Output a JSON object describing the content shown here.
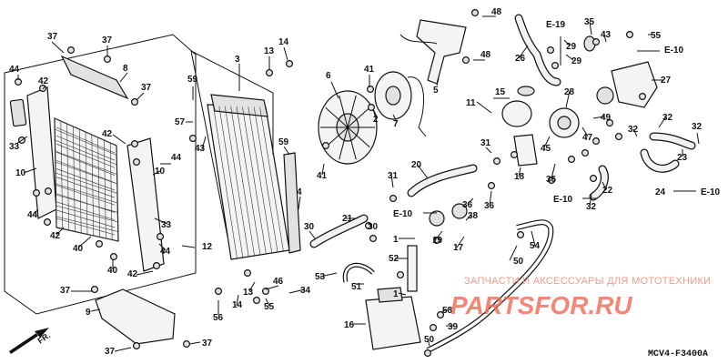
{
  "labels": [
    {
      "id": "p44a",
      "text": "44"
    },
    {
      "id": "p42a",
      "text": "42"
    },
    {
      "id": "p37a",
      "text": "37"
    },
    {
      "id": "p37b",
      "text": "37"
    },
    {
      "id": "p8",
      "text": "8"
    },
    {
      "id": "p37c",
      "text": "37"
    },
    {
      "id": "p33a",
      "text": "33"
    },
    {
      "id": "p10a",
      "text": "10"
    },
    {
      "id": "p44b",
      "text": "44"
    },
    {
      "id": "p42b",
      "text": "42"
    },
    {
      "id": "p40a",
      "text": "40"
    },
    {
      "id": "p40b",
      "text": "40"
    },
    {
      "id": "p42c",
      "text": "42"
    },
    {
      "id": "p44c",
      "text": "44"
    },
    {
      "id": "p10b",
      "text": "10"
    },
    {
      "id": "p33b",
      "text": "33"
    },
    {
      "id": "p44d",
      "text": "44"
    },
    {
      "id": "p42d",
      "text": "42"
    },
    {
      "id": "p12",
      "text": "12"
    },
    {
      "id": "p37d",
      "text": "37"
    },
    {
      "id": "p9",
      "text": "9"
    },
    {
      "id": "p37e",
      "text": "37"
    },
    {
      "id": "p37f",
      "text": "37"
    },
    {
      "id": "p59a",
      "text": "59"
    },
    {
      "id": "p57",
      "text": "57"
    },
    {
      "id": "p43",
      "text": "43"
    },
    {
      "id": "p3",
      "text": "3"
    },
    {
      "id": "p59b",
      "text": "59"
    },
    {
      "id": "p13a",
      "text": "13"
    },
    {
      "id": "p14a",
      "text": "14"
    },
    {
      "id": "p4",
      "text": "4"
    },
    {
      "id": "p30a",
      "text": "30"
    },
    {
      "id": "p56",
      "text": "56"
    },
    {
      "id": "p14b",
      "text": "14"
    },
    {
      "id": "p13b",
      "text": "13"
    },
    {
      "id": "p46",
      "text": "46"
    },
    {
      "id": "p55",
      "text": "55"
    },
    {
      "id": "p34",
      "text": "34"
    },
    {
      "id": "p6",
      "text": "6"
    },
    {
      "id": "p41a",
      "text": "41"
    },
    {
      "id": "p41b",
      "text": "41"
    },
    {
      "id": "p2",
      "text": "2"
    },
    {
      "id": "p7",
      "text": "7"
    },
    {
      "id": "p5",
      "text": "5"
    },
    {
      "id": "p48a",
      "text": "48"
    },
    {
      "id": "p48b",
      "text": "48"
    },
    {
      "id": "p31a",
      "text": "31"
    },
    {
      "id": "p20",
      "text": "20"
    },
    {
      "id": "p21",
      "text": "21"
    },
    {
      "id": "p30b",
      "text": "30"
    },
    {
      "id": "p1a",
      "text": "1"
    },
    {
      "id": "p52",
      "text": "52"
    },
    {
      "id": "p19",
      "text": "19"
    },
    {
      "id": "p38",
      "text": "38"
    },
    {
      "id": "p17",
      "text": "17"
    },
    {
      "id": "p53",
      "text": "53"
    },
    {
      "id": "p51",
      "text": "51"
    },
    {
      "id": "p1b",
      "text": "1"
    },
    {
      "id": "p58",
      "text": "58"
    },
    {
      "id": "p39",
      "text": "39"
    },
    {
      "id": "p16",
      "text": "16"
    },
    {
      "id": "p50a",
      "text": "50"
    },
    {
      "id": "p15",
      "text": "15"
    },
    {
      "id": "p11",
      "text": "11"
    },
    {
      "id": "p31b",
      "text": "31"
    },
    {
      "id": "p18",
      "text": "18"
    },
    {
      "id": "p36a",
      "text": "36"
    },
    {
      "id": "p26",
      "text": "26"
    },
    {
      "id": "p29a",
      "text": "29"
    },
    {
      "id": "p29b",
      "text": "29"
    },
    {
      "id": "p35",
      "text": "35"
    },
    {
      "id": "p43b",
      "text": "43"
    },
    {
      "id": "p55b",
      "text": "55"
    },
    {
      "id": "p27",
      "text": "27"
    },
    {
      "id": "p28",
      "text": "28"
    },
    {
      "id": "p49",
      "text": "49"
    },
    {
      "id": "p45",
      "text": "45"
    },
    {
      "id": "p47",
      "text": "47"
    },
    {
      "id": "p36b",
      "text": "36"
    },
    {
      "id": "p32a",
      "text": "32"
    },
    {
      "id": "p32b",
      "text": "32"
    },
    {
      "id": "p32c",
      "text": "32"
    },
    {
      "id": "p23",
      "text": "23"
    },
    {
      "id": "p22",
      "text": "22"
    },
    {
      "id": "p32d",
      "text": "32"
    },
    {
      "id": "p24",
      "text": "24"
    },
    {
      "id": "p50b",
      "text": "50"
    },
    {
      "id": "p54",
      "text": "54"
    },
    {
      "id": "p36c",
      "text": "36"
    }
  ],
  "refs": {
    "e19": "E-19",
    "e10a": "E-10",
    "e10b": "E-10",
    "e10c": "E-10",
    "e10d": "E-10"
  },
  "watermark": {
    "caption": "ЗАПЧАСТИ И АКСЕССУАРЫ ДЛЯ МОТОТЕХНИКИ",
    "logo": "PARTSFOR.RU"
  },
  "front_marker": "FR.",
  "diagram_code": "MCV4-F3400A"
}
